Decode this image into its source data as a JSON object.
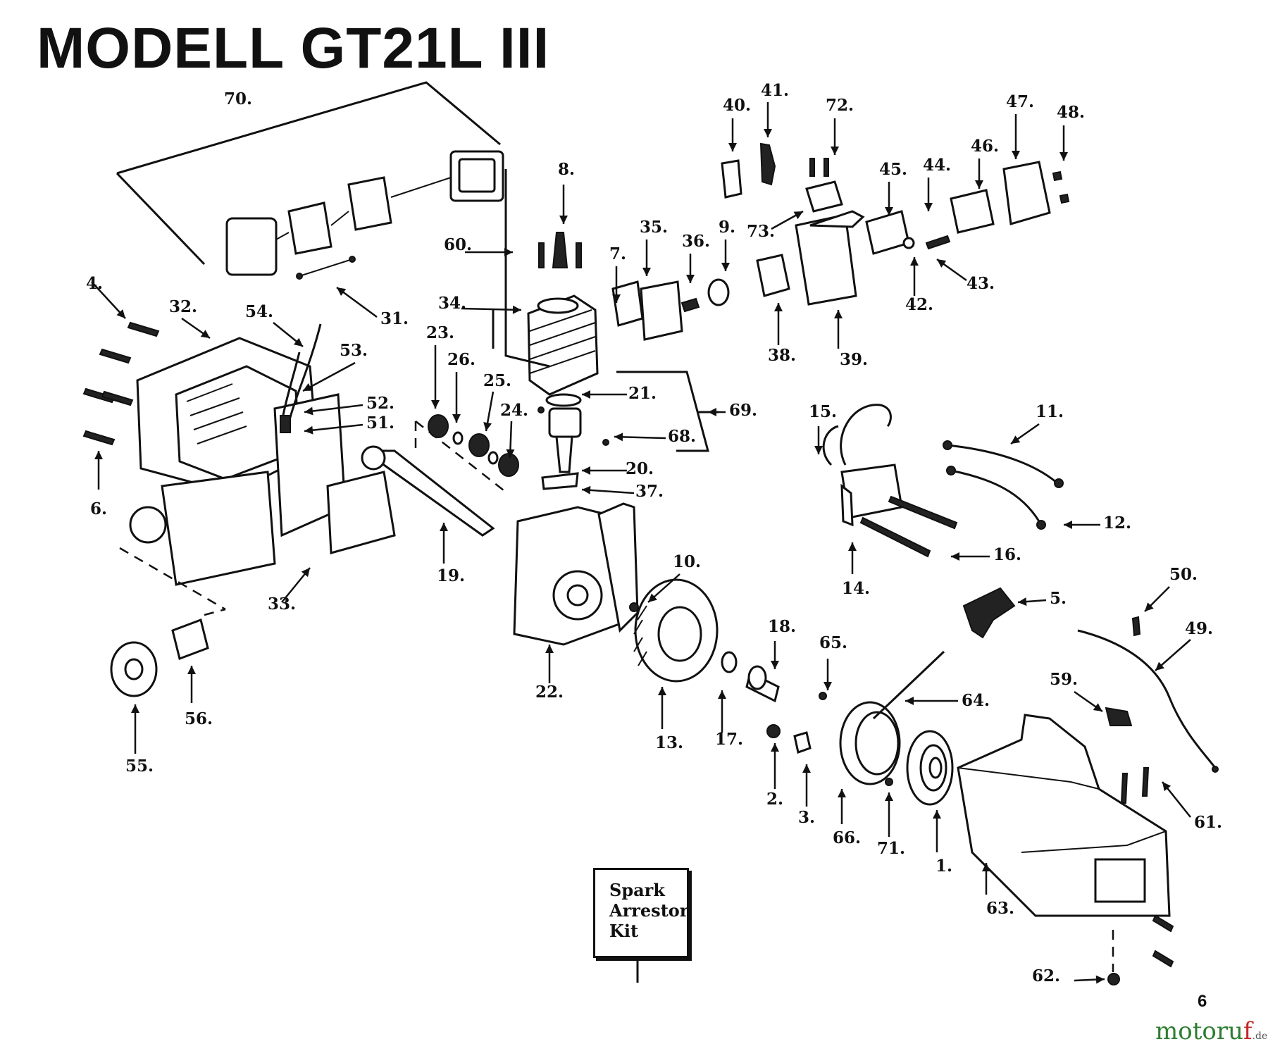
{
  "title": "MODELL GT21L III",
  "labels": [
    "70.",
    "4.",
    "32.",
    "54.",
    "53.",
    "52.",
    "51.",
    "6.",
    "31.",
    "60.",
    "8.",
    "34.",
    "23.",
    "26.",
    "25.",
    "24.",
    "21.",
    "68.",
    "20.",
    "37.",
    "69.",
    "19.",
    "33.",
    "55.",
    "56.",
    "22.",
    "10.",
    "13.",
    "17.",
    "18.",
    "65.",
    "64.",
    "2.",
    "3.",
    "66.",
    "71.",
    "1.",
    "63.",
    "62.",
    "61.",
    "59.",
    "49.",
    "50.",
    "5.",
    "14.",
    "16.",
    "15.",
    "11.",
    "12.",
    "40.",
    "41.",
    "72.",
    "73.",
    "7.",
    "35.",
    "36.",
    "9.",
    "38.",
    "39.",
    "45.",
    "44.",
    "42.",
    "43.",
    "46.",
    "47.",
    "48."
  ],
  "kit_label": "Spark\nArrestor\nKit",
  "page_number": "6",
  "watermark": {
    "main": "motoruf",
    "accent": "f",
    "tld": ".de"
  }
}
